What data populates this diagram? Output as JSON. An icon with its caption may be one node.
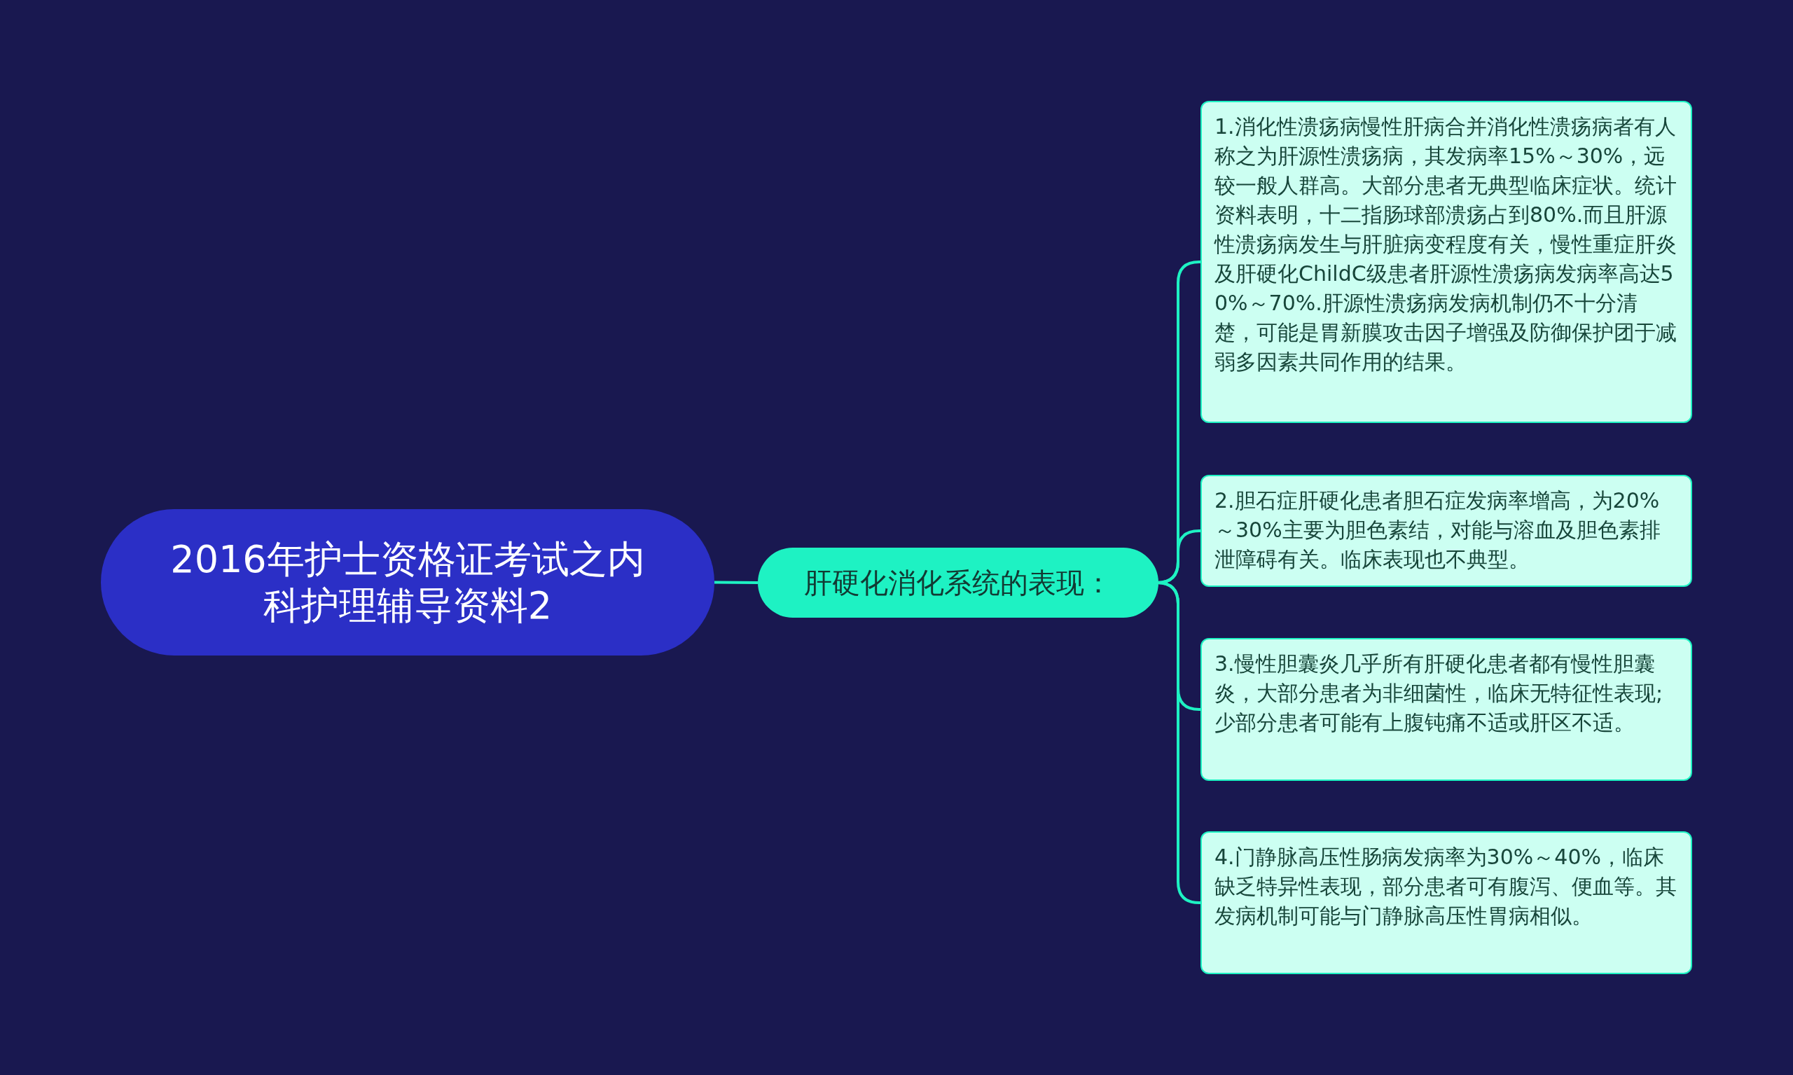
{
  "diagram": {
    "nodes": [
      {
        "text": [
          "2016年护士资格证考试之内科护理辅导资料2"
        ]
      },
      {
        "text": [
          "肝硬化消化系统的表现："
        ]
      },
      {
        "text": [
          "1.消化性溃疡病慢性肝病合并消化性溃疡病者有人称之为肝源性溃疡病，其发病率15%～30%，远较一般人群高。大部分患者无典型临床症状。统计资料表明，十二指肠球部溃疡占到80%.而且肝源性溃疡病发生与肝脏病变程度有关，慢性重症肝炎及肝硬化ChildC级患者肝源性溃疡病发病率高达50%～70%.肝源性溃疡病发病机制仍不十分清楚，可能是胃新膜攻击因子增强及防御保护团于减弱多因素共同作用的结果。"
        ]
      },
      {
        "text": [
          "2.胆石症肝硬化患者胆石症发病率增高，为20%～30%主要为胆色素结，对能与溶血及胆色素排泄障碍有关。临床表现也不典型。"
        ]
      },
      {
        "text": [
          "3.慢性胆囊炎几乎所有肝硬化患者都有慢性胆囊炎，大部分患者为非细菌性，临床无特征性表现;少部分患者可能有上腹钝痛不适或肝区不适。"
        ]
      },
      {
        "text": [
          "4.门静脉高压性肠病发病率为30%～40%，临床缺乏特异性表现，部分患者可有腹泻、便血等。其发病机制可能与门静脉高压性胃病相似。"
        ]
      }
    ],
    "edges": [
      {
        "from": 0,
        "to": 1,
        "arrow": "none"
      },
      {
        "from": 1,
        "to": 2,
        "arrow": "none"
      },
      {
        "from": 1,
        "to": 3,
        "arrow": "none"
      },
      {
        "from": 1,
        "to": 4,
        "arrow": "none"
      },
      {
        "from": 1,
        "to": 5,
        "arrow": "none"
      }
    ]
  }
}
